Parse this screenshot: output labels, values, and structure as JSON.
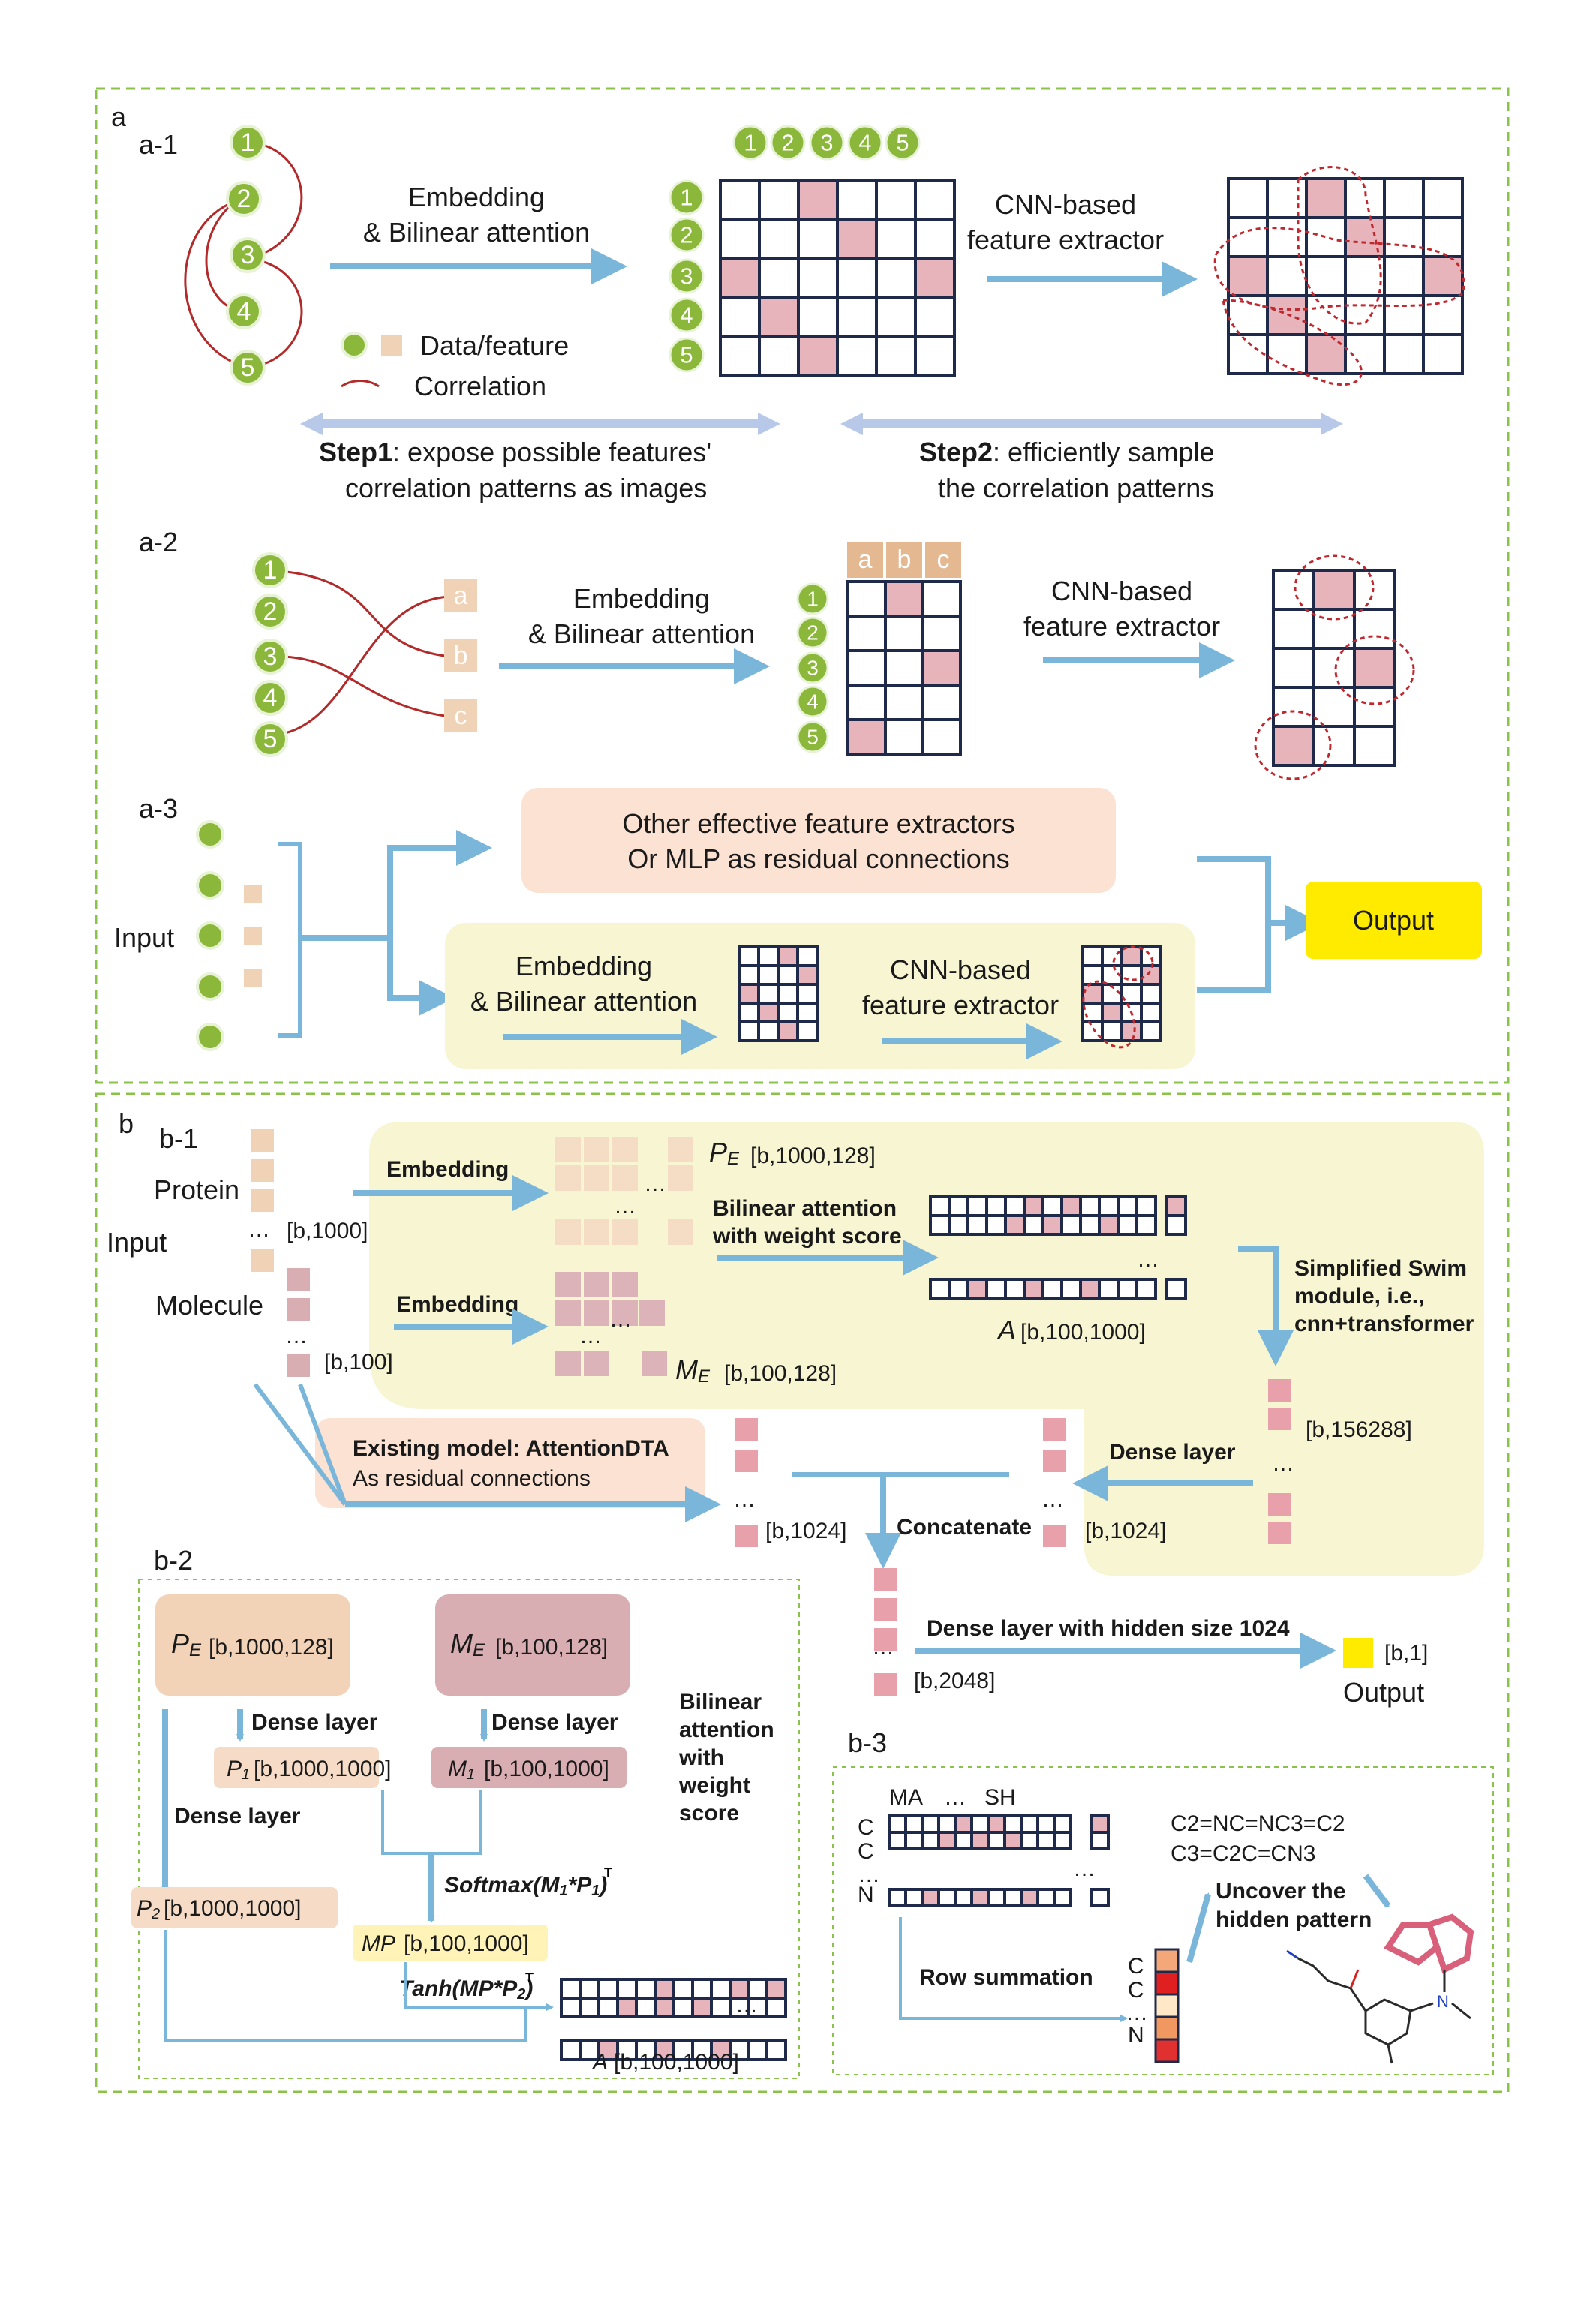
{
  "panel_a": {
    "label": "a",
    "a1": {
      "label": "a-1",
      "nodes": [
        "1",
        "2",
        "3",
        "4",
        "5"
      ],
      "embed_line1": "Embedding",
      "embed_line2": "& Bilinear attention",
      "cnn_line1": "CNN-based",
      "cnn_line2": "feature extractor",
      "legend_data": "Data/feature",
      "legend_corr": "Correlation",
      "step1_bold": "Step1",
      "step1_line1": ": expose possible features'",
      "step1_line2": "correlation patterns as images",
      "step2_bold": "Step2",
      "step2_line1": ": efficiently sample",
      "step2_line2": "the correlation patterns"
    },
    "a2": {
      "label": "a-2",
      "letters": [
        "a",
        "b",
        "c"
      ],
      "embed_line1": "Embedding",
      "embed_line2": "& Bilinear attention",
      "cnn_line1": "CNN-based",
      "cnn_line2": "feature extractor"
    },
    "a3": {
      "label": "a-3",
      "input": "Input",
      "other_line1": "Other effective feature extractors",
      "other_line2": "Or MLP as residual connections",
      "embed_line1": "Embedding",
      "embed_line2": "& Bilinear attention",
      "cnn_line1": "CNN-based",
      "cnn_line2": "feature extractor",
      "output": "Output"
    }
  },
  "panel_b": {
    "label": "b",
    "b1": {
      "label": "b-1",
      "protein": "Protein",
      "input": "Input",
      "molecule": "Molecule",
      "protein_dim": "[b,1000]",
      "molecule_dim": "[b,100]",
      "embedding": "Embedding",
      "pe_sym": "P",
      "pe_sub": "E",
      "pe_dim": "[b,1000,128]",
      "me_sym": "M",
      "me_sub": "E",
      "me_dim": "[b,100,128]",
      "bilinear_line1": "Bilinear attention",
      "bilinear_line2": "with weight score",
      "a_sym": "A",
      "a_dim": "[b,100,1000]",
      "swim_line1": "Simplified Swim",
      "swim_line2": "module, i.e.,",
      "swim_line3": "cnn+transformer",
      "flat_dim": "[b,156288]",
      "dense": "Dense layer",
      "dense_dim": "[b,1024]",
      "existing_line1": "Existing model: AttentionDTA",
      "existing_line2": "As residual connections",
      "res_dim": "[b,1024]",
      "concat": "Concatenate",
      "concat_dim": "[b,2048]",
      "dense1024": "Dense layer with hidden size 1024",
      "out_dim": "[b,1]",
      "output": "Output",
      "dots": "…"
    },
    "b2": {
      "label": "b-2",
      "pe_sym": "P",
      "pe_sub": "E",
      "pe_dim": "[b,1000,128]",
      "me_sym": "M",
      "me_sub": "E",
      "me_dim": "[b,100,128]",
      "dense_a": "Dense layer",
      "dense_b": "Dense layer",
      "dense_c": "Dense layer",
      "p1_sym": "P",
      "p1_sub": "1",
      "p1_dim": "[b,1000,1000]",
      "m1_sym": "M",
      "m1_sub": "1",
      "m1_dim": "[b,100,1000]",
      "p2_sym": "P",
      "p2_sub": "2",
      "p2_dim": "[b,1000,1000]",
      "softmax": "Softmax(M",
      "softmax_mid": "*P",
      "softmax_end": ")",
      "mp_sym": "MP",
      "mp_dim": "[b,100,1000]",
      "tanh": "Tanh(MP*P",
      "tanh_end": ")",
      "sub1": "1",
      "sub2": "2",
      "sup_t": "T",
      "a_sym": "A",
      "a_dim": "[b,100,1000]",
      "side_1": "Bilinear",
      "side_2": "attention",
      "side_3": "with",
      "side_4": "weight",
      "side_5": "score"
    },
    "b3": {
      "label": "b-3",
      "col_ma": "MA",
      "col_dots": "…",
      "col_sh": "SH",
      "row_c1": "C",
      "row_c2": "C",
      "row_n": "N",
      "smiles1": "C2=NC=NC3=C2",
      "smiles2": "C3=C2C=CN3",
      "uncover1": "Uncover the",
      "uncover2": "hidden pattern",
      "rowsum": "Row summation",
      "vec_c1": "C",
      "vec_c2": "C",
      "vec_n": "N",
      "mol_n": "N"
    }
  },
  "colors": {
    "pink": "#e8b4bc",
    "tan": "#f0d2b6",
    "node_green": "#8bb83a",
    "arrow_blue": "#7ab6d9",
    "output_yellow": "#ffeb00",
    "dashed_green": "#8bc34a"
  }
}
